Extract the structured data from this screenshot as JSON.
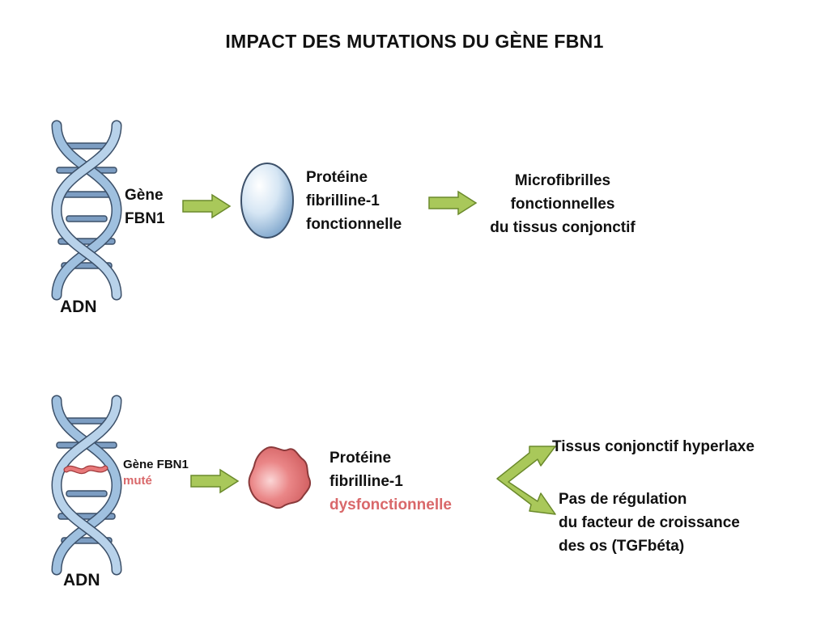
{
  "title": "IMPACT DES MUTATIONS DU GÈNE FBN1",
  "top_row": {
    "gene_line1": "Gène",
    "gene_line2": "FBN1",
    "protein_line1": "Protéine",
    "protein_line2": "fibrilline-1",
    "protein_line3": "fonctionnelle",
    "result_line1": "Microfibrilles",
    "result_line2": "fonctionnelles",
    "result_line3": "du tissus conjonctif",
    "dna_label": "ADN"
  },
  "bottom_row": {
    "gene_line1": "Gène FBN1",
    "gene_line2": "muté",
    "protein_line1": "Protéine",
    "protein_line2": "fibrilline-1",
    "protein_line3": "dysfonctionnelle",
    "outcome1": "Tissus conjonctif hyperlaxe",
    "outcome2_line1": "Pas de régulation",
    "outcome2_line2": "du facteur de croissance",
    "outcome2_line3": "des os (TGFbéta)",
    "dna_label": "ADN"
  },
  "colors": {
    "arrow_fill": "#a9c85a",
    "arrow_stroke": "#6b8a2c",
    "dna_blue": "#8eb1d4",
    "dna_outline": "#3c5069",
    "protein_ok": "#c9ddee",
    "protein_bad": "#e8797a",
    "mutation_red": "#d9686a"
  },
  "icons": [
    "dna-helix-icon",
    "arrow-right-icon",
    "round-protein-icon",
    "deformed-protein-icon",
    "forked-arrow-icon"
  ]
}
